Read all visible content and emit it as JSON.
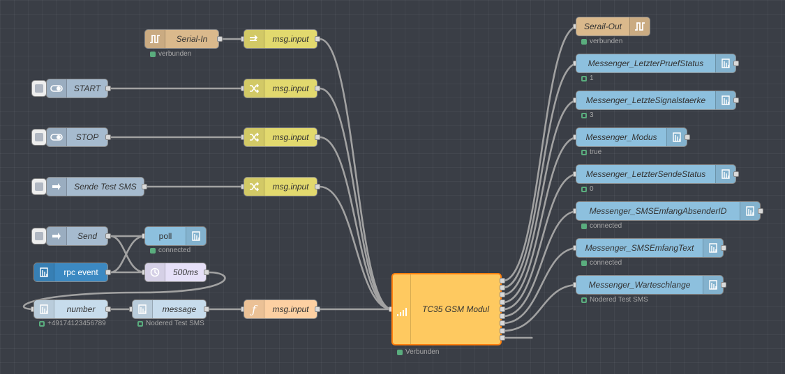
{
  "colors": {
    "canvas": "#3a3e46",
    "wire": "#a2a2a2",
    "serial": "#dab98c",
    "change": "#e2d96e",
    "inject": "#a6bbcf",
    "dashboard": "#8dc0de",
    "dashboard_ui": "#3c89c2",
    "function": "#fdd0a2",
    "delay": "#e6e0f8",
    "gsm": "#fec960",
    "gsm_border": "#ff7f0e",
    "status_ok": "#5aad7e"
  },
  "nodes": {
    "serial_in": {
      "label": "Serial-In",
      "icon": "serial-icon",
      "status": "verbunden"
    },
    "change_serial": {
      "label": "msg.input",
      "icon": "change-icon"
    },
    "inject_start": {
      "label": "START",
      "icon": "toggle-icon"
    },
    "change_start": {
      "label": "msg.input",
      "icon": "shuffle-icon"
    },
    "inject_stop": {
      "label": "STOP",
      "icon": "toggle-icon"
    },
    "change_stop": {
      "label": "msg.input",
      "icon": "shuffle-icon"
    },
    "inject_test": {
      "label": "Sende Test SMS",
      "icon": "arrow-icon"
    },
    "change_test": {
      "label": "msg.input",
      "icon": "shuffle-icon"
    },
    "inject_send": {
      "label": "Send",
      "icon": "arrow-icon"
    },
    "poll": {
      "label": "poll",
      "icon": "dashboard-icon",
      "status": "connected"
    },
    "rpc_event": {
      "label": "rpc event",
      "icon": "dashboard-icon"
    },
    "delay": {
      "label": "500ms",
      "icon": "timer-icon"
    },
    "number": {
      "label": "number",
      "icon": "dashboard-icon",
      "status": "+49174123456789"
    },
    "message": {
      "label": "message",
      "icon": "dashboard-icon",
      "status": "Nodered Test SMS"
    },
    "function": {
      "label": "msg.input",
      "icon": "function-icon"
    },
    "gsm": {
      "label": "TC35 GSM Modul",
      "icon": "signal-icon",
      "status": "Verbunden"
    },
    "serial_out": {
      "label": "Serail-Out",
      "icon": "serial-icon",
      "status": "verbunden"
    },
    "out_pruef": {
      "label": "Messenger_LetzterPruefStatus",
      "icon": "dashboard-icon",
      "status": "1"
    },
    "out_signal": {
      "label": "Messenger_LetzteSignalstaerke",
      "icon": "dashboard-icon",
      "status": "3"
    },
    "out_modus": {
      "label": "Messenger_Modus",
      "icon": "dashboard-icon",
      "status": "true"
    },
    "out_sende": {
      "label": "Messenger_LetzterSendeStatus",
      "icon": "dashboard-icon",
      "status": "0"
    },
    "out_absender": {
      "label": "Messenger_SMSEmfangAbsenderID",
      "icon": "dashboard-icon",
      "status": "connected"
    },
    "out_text": {
      "label": "Messenger_SMSEmfangText",
      "icon": "dashboard-icon",
      "status": "connected"
    },
    "out_queue": {
      "label": "Messenger_Warteschlange",
      "icon": "dashboard-icon",
      "status": "Nodered Test SMS"
    }
  }
}
